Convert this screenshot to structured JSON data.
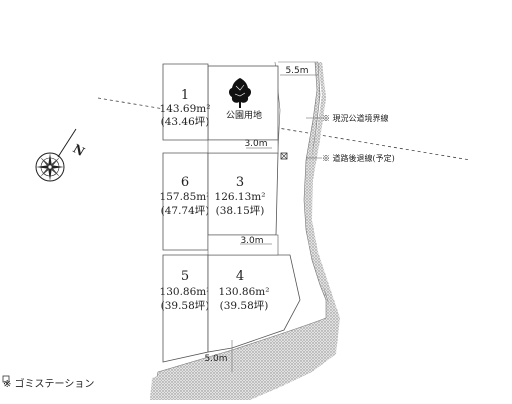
{
  "lots": [
    {
      "id": "1",
      "number": "1",
      "area_m2": "143.69m²",
      "area_tsubo": "(43.46坪)"
    },
    {
      "id": "6",
      "number": "6",
      "area_m2": "157.85m²",
      "area_tsubo": "(47.74坪)"
    },
    {
      "id": "3",
      "number": "3",
      "area_m2": "126.13m²",
      "area_tsubo": "(38.15坪)"
    },
    {
      "id": "5",
      "number": "5",
      "area_m2": "130.86m²",
      "area_tsubo": "(39.58坪)"
    },
    {
      "id": "4",
      "number": "4",
      "area_m2": "130.86m²",
      "area_tsubo": "(39.58坪)"
    }
  ],
  "park_label": "公園用地",
  "road_widths": {
    "top_right": "5.5m",
    "upper_access": "3.0m",
    "lower_access": "3.0m",
    "bottom": "5.0m"
  },
  "annotations": {
    "line_1": "※ 現況公道境界線",
    "line_2": "※ 道路後退線(予定)"
  },
  "legend": {
    "garbage_station": "※ ゴミステーション"
  },
  "compass": {
    "north_label": "N"
  },
  "colors": {
    "road_fill": "#c9c9c9",
    "lot_outline": "#555555",
    "text": "#222222"
  }
}
